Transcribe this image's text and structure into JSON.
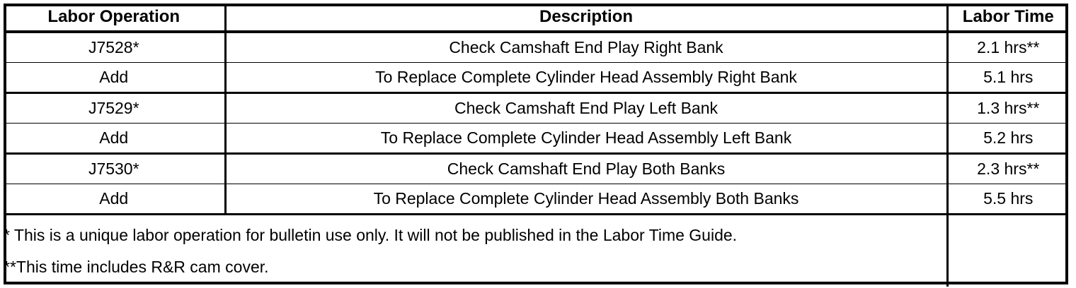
{
  "table": {
    "headers": {
      "labor_operation": "Labor Operation",
      "description": "Description",
      "labor_time": "Labor Time"
    },
    "rows": [
      {
        "operation": "J7528*",
        "description": "Check Camshaft End Play Right Bank",
        "time": "2.1 hrs**"
      },
      {
        "operation": "Add",
        "description": "To Replace Complete Cylinder Head Assembly Right Bank",
        "time": "5.1 hrs"
      },
      {
        "operation": "J7529*",
        "description": "Check Camshaft End Play Left Bank",
        "time": "1.3 hrs**"
      },
      {
        "operation": "Add",
        "description": "To Replace Complete Cylinder Head Assembly Left Bank",
        "time": "5.2 hrs"
      },
      {
        "operation": "J7530*",
        "description": "Check Camshaft End Play Both Banks",
        "time": "2.3 hrs**"
      },
      {
        "operation": "Add",
        "description": "To Replace Complete Cylinder Head Assembly Both Banks",
        "time": "5.5 hrs"
      }
    ],
    "footnotes": {
      "single_asterisk": "* This is a unique labor operation for bulletin use only. It will not be published in the Labor Time Guide.",
      "double_asterisk": "**This time includes R&R cam cover."
    }
  },
  "colors": {
    "border": "#000000",
    "text": "#000000",
    "background": "#ffffff"
  }
}
